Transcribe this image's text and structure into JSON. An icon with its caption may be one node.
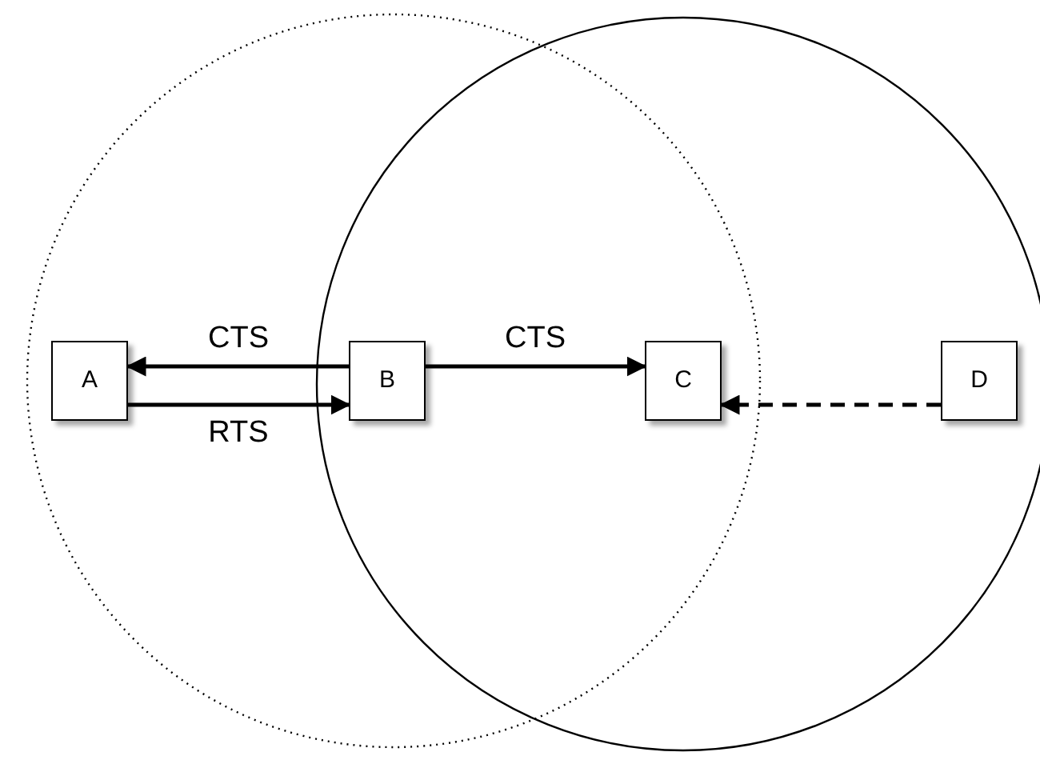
{
  "diagram": {
    "nodes": [
      {
        "text": [
          "A"
        ]
      },
      {
        "text": [
          "B"
        ]
      },
      {
        "text": [
          "C"
        ]
      },
      {
        "text": [
          "D"
        ]
      }
    ],
    "edges": [
      {
        "from": 1,
        "to": 0,
        "arrow": "to",
        "label": "CTS"
      },
      {
        "from": 0,
        "to": 1,
        "arrow": "to",
        "label": "RTS"
      },
      {
        "from": 1,
        "to": 2,
        "arrow": "to",
        "label": "CTS"
      },
      {
        "from": 3,
        "to": 2,
        "arrow": "to",
        "style": "dashed"
      }
    ]
  }
}
